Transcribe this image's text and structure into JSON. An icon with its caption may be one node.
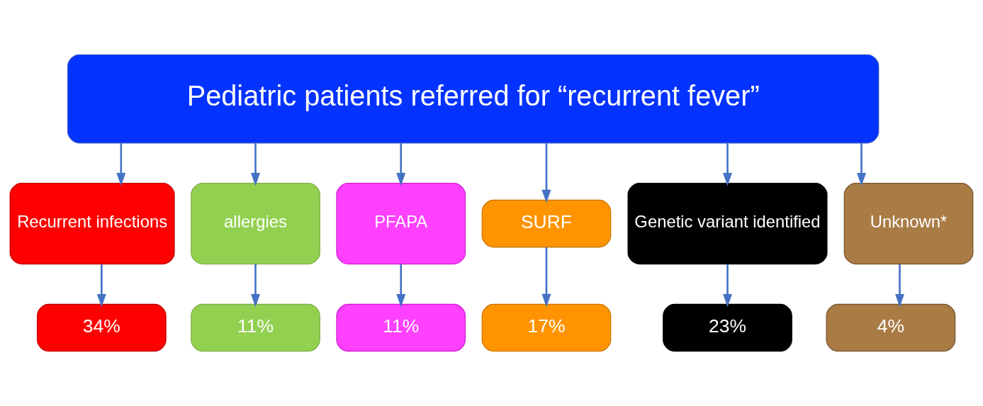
{
  "diagram": {
    "nodes": [
      {
        "text": [
          "Pediatric patients referred for “recurrent fever”"
        ]
      },
      {
        "text": [
          "Recurrent infections"
        ]
      },
      {
        "text": [
          "allergies"
        ]
      },
      {
        "text": [
          "PFAPA"
        ]
      },
      {
        "text": [
          "SURF"
        ]
      },
      {
        "text": [
          "Genetic variant identified"
        ]
      },
      {
        "text": [
          "Unknown*"
        ]
      },
      {
        "text": [
          "34%"
        ]
      },
      {
        "text": [
          "11%"
        ]
      },
      {
        "text": [
          "11%"
        ]
      },
      {
        "text": [
          "17%"
        ]
      },
      {
        "text": [
          "23%"
        ]
      },
      {
        "text": [
          "4%"
        ]
      }
    ],
    "edges": [
      {
        "from": 0,
        "to": 1,
        "arrow": "to"
      },
      {
        "from": 0,
        "to": 2,
        "arrow": "to"
      },
      {
        "from": 0,
        "to": 3,
        "arrow": "to"
      },
      {
        "from": 0,
        "to": 4,
        "arrow": "to"
      },
      {
        "from": 0,
        "to": 5,
        "arrow": "to"
      },
      {
        "from": 0,
        "to": 6,
        "arrow": "to"
      },
      {
        "from": 1,
        "to": 7,
        "arrow": "to"
      },
      {
        "from": 2,
        "to": 8,
        "arrow": "to"
      },
      {
        "from": 3,
        "to": 9,
        "arrow": "to"
      },
      {
        "from": 4,
        "to": 10,
        "arrow": "to"
      },
      {
        "from": 5,
        "to": 11,
        "arrow": "to"
      },
      {
        "from": 6,
        "to": 12,
        "arrow": "to"
      }
    ]
  }
}
